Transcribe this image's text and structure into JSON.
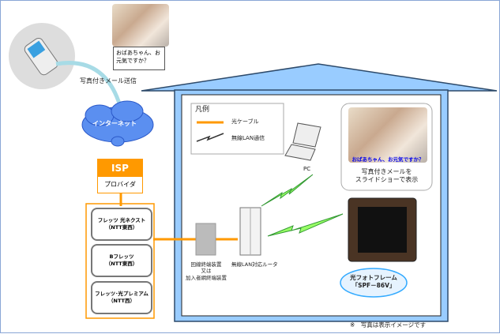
{
  "phone_bubble": {
    "text_line1": "おばあちゃん、お",
    "text_line2": "元気ですか？"
  },
  "mail_send_label": "写真付きメール送信",
  "internet_label": "インターネット",
  "isp": {
    "title": "ISP",
    "subtitle": "プロバイダ"
  },
  "services": [
    {
      "name": "フレッツ 光ネクスト",
      "provider": "（NTT東西）"
    },
    {
      "name": "Bフレッツ",
      "provider": "（NTT東西）"
    },
    {
      "name": "フレッツ･光プレミアム",
      "provider": "（NTT西）"
    }
  ],
  "legend": {
    "title": "凡例",
    "fiber_label": "光ケーブル",
    "wireless_label": "無線LAN通信"
  },
  "pc_label": "PC",
  "onu_label": {
    "line1": "回線終端装置",
    "line2": "又は",
    "line3": "加入者網終端装置"
  },
  "router_label": "無線LAN対応ルータ",
  "frame_bubble": {
    "caption": "おばあちゃん、お元気ですか？",
    "line1": "写真付きメールを",
    "line2": "スライドショーで表示"
  },
  "product": {
    "line1": "光フォトフレーム",
    "line2": "「SPF－86V」"
  },
  "footnote": "※　写真は表示イメージです",
  "colors": {
    "fiber": "#ff9900",
    "house": "#99ccff",
    "isp": "#ff9900",
    "caption": "#0000ee"
  }
}
